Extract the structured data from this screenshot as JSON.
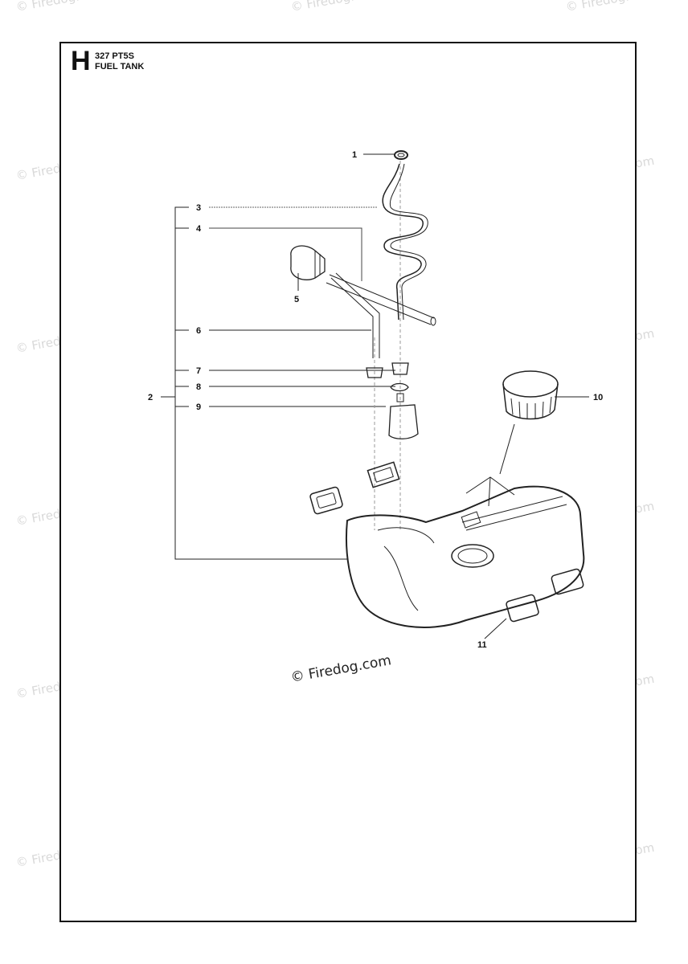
{
  "header": {
    "section_letter": "H",
    "model": "327 PT5S",
    "section_title": "FUEL TANK"
  },
  "watermark": {
    "text": "© Firedog.com",
    "center_text": "© Firedog.com"
  },
  "callouts": [
    "1",
    "2",
    "3",
    "4",
    "5",
    "6",
    "7",
    "8",
    "9",
    "10",
    "11"
  ]
}
